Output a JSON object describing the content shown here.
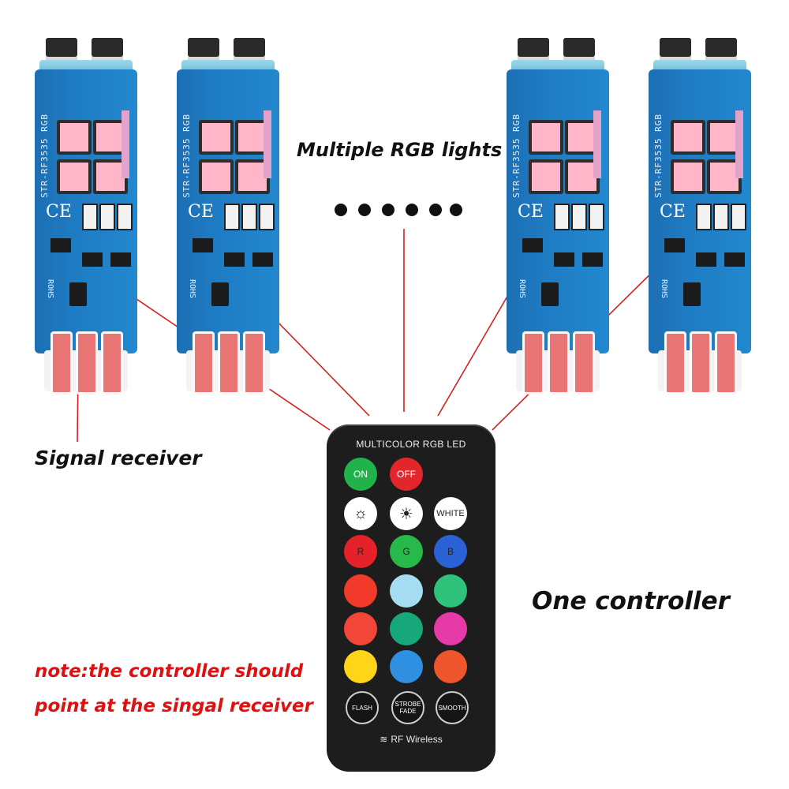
{
  "captions": {
    "lights": "Multiple RGB lights",
    "receiver": "Signal receiver",
    "controller": "One controller",
    "note_line1": "note:the controller should",
    "note_line2": "point at the singal receiver"
  },
  "bulb_labels": {
    "board": "STR-RF3535 RGB",
    "ce": "CE",
    "rohs": "ROHS"
  },
  "remote": {
    "title": "MULTICOLOR RGB LED",
    "footer": "RF Wireless",
    "buttons": {
      "on": "ON",
      "off": "OFF",
      "white": "WHITE",
      "r": "R",
      "g": "G",
      "b": "B",
      "flash": "FLASH",
      "strobe": "STROBE FADE",
      "smooth": "SMOOTH"
    }
  },
  "colors": {
    "line": "#d42020",
    "note": "#e01010",
    "board": "#1e7cc4",
    "led_pink": "#ffb6c9",
    "remote_body": "#1d1d1d"
  }
}
